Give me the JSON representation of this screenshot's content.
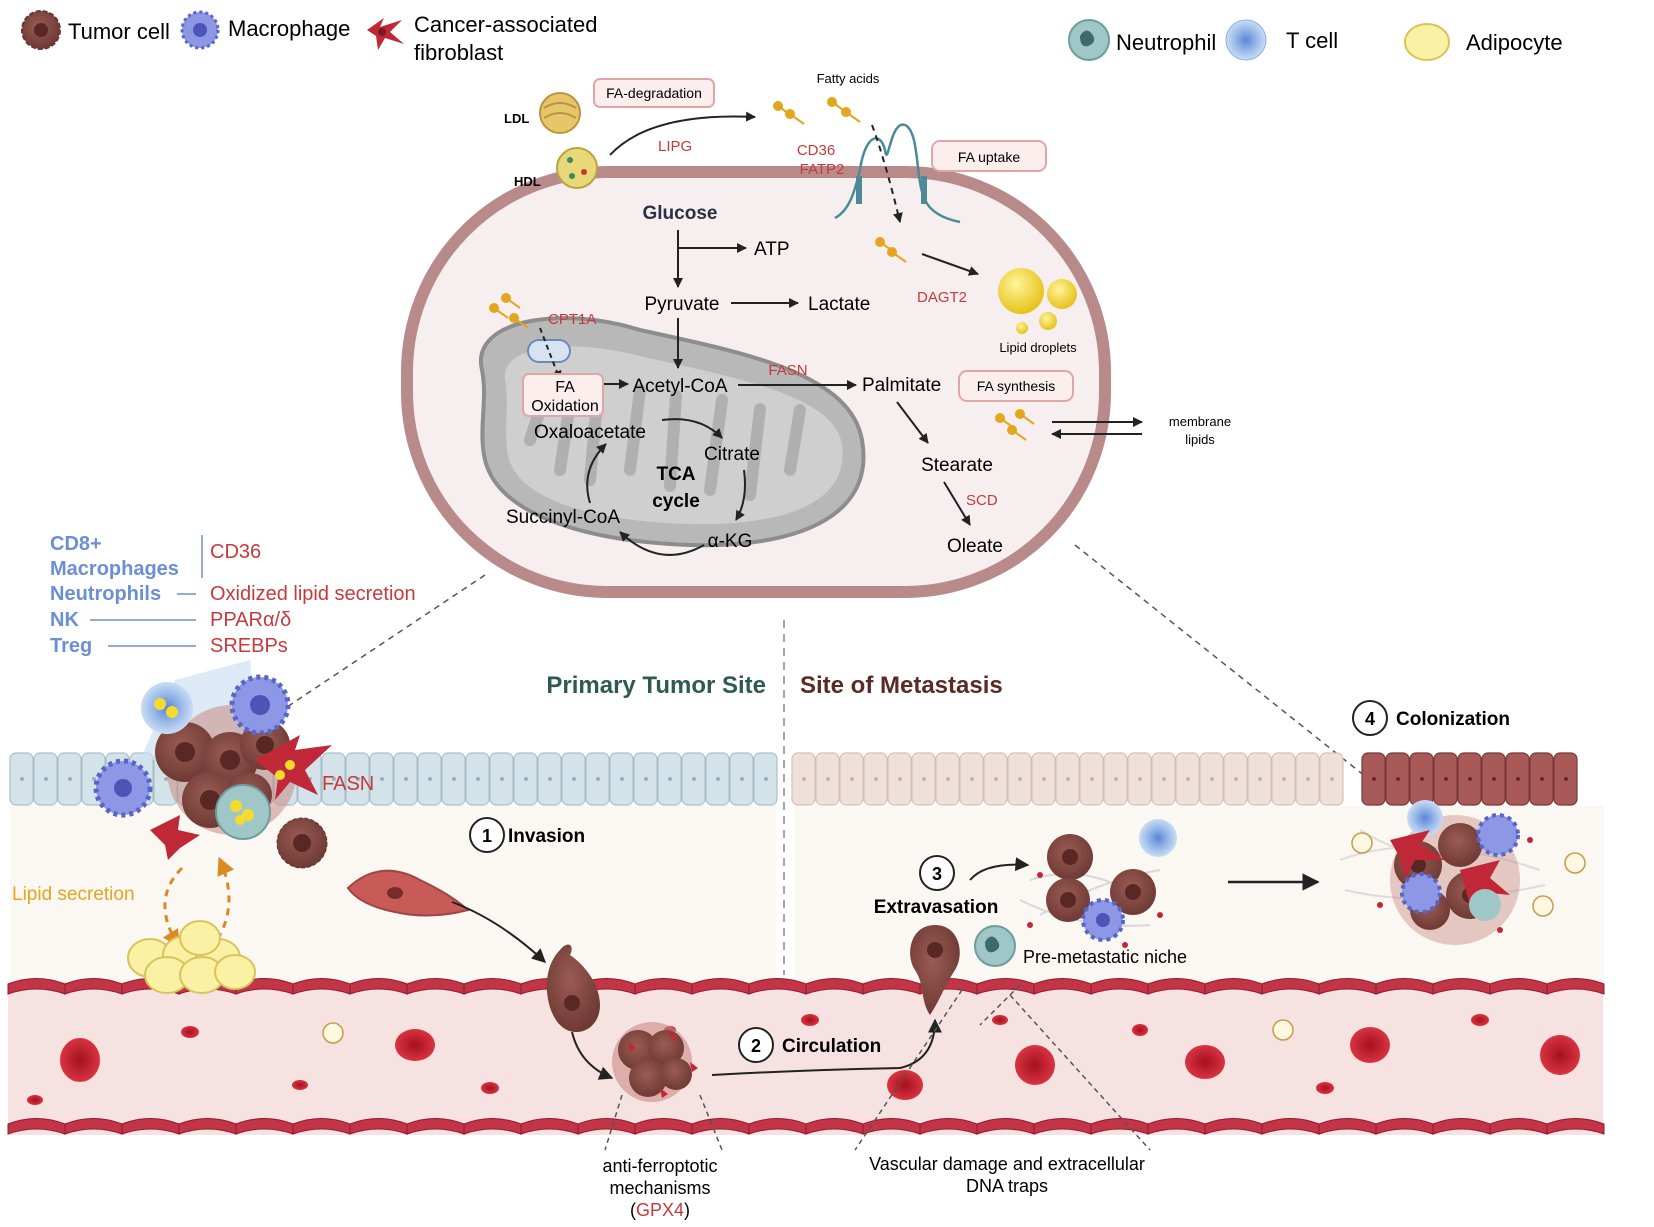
{
  "legend": {
    "tumor_cell": "Tumor cell",
    "macrophage": "Macrophage",
    "caf_line1": "Cancer-associated",
    "caf_line2": "fibroblast",
    "neutrophil": "Neutrophil",
    "t_cell": "T cell",
    "adipocyte": "Adipocyte"
  },
  "uptake": {
    "ldl": "LDL",
    "hdl": "HDL",
    "fa_degradation": "FA-degradation",
    "lipg": "LIPG",
    "fatty_acids": "Fatty acids",
    "cd36": "CD36",
    "fatp2": "FATP2",
    "fa_uptake": "FA uptake"
  },
  "metabolism": {
    "glucose": "Glucose",
    "atp": "ATP",
    "pyruvate": "Pyruvate",
    "lactate": "Lactate",
    "dagt2": "DAGT2",
    "lipid_droplets": "Lipid droplets",
    "cpt1a": "CPT1A",
    "fa_oxidation_1": "FA",
    "fa_oxidation_2": "Oxidation",
    "acetyl_coa": "Acetyl-CoA",
    "fasn": "FASN",
    "palmitate": "Palmitate",
    "fa_synthesis": "FA synthesis",
    "membrane_lipids_1": "membrane",
    "membrane_lipids_2": "lipids",
    "oxaloacetate": "Oxaloacetate",
    "citrate": "Citrate",
    "tca_1": "TCA",
    "tca_2": "cycle",
    "succinyl_coa": "Succinyl-CoA",
    "akg": "α-KG",
    "stearate": "Stearate",
    "scd": "SCD",
    "oleate": "Oleate"
  },
  "immune": {
    "cd8": "CD8+",
    "macrophages": "Macrophages",
    "neutrophils": "Neutrophils",
    "nk": "NK",
    "treg": "Treg",
    "cd36": "CD36",
    "oxidized": "Oxidized lipid secretion",
    "ppar": "PPARα/δ",
    "srebps": "SREBPs"
  },
  "sites": {
    "primary": "Primary Tumor Site",
    "metastasis": "Site of Metastasis"
  },
  "steps": {
    "invasion_num": "1",
    "invasion": "Invasion",
    "circulation_num": "2",
    "circulation": "Circulation",
    "extravasation_num": "3",
    "extravasation": "Extravasation",
    "colonization_num": "4",
    "colonization": "Colonization"
  },
  "labels": {
    "fasn_tumor": "FASN",
    "lipid_secretion": "Lipid secretion",
    "pre_metastatic": "Pre-metastatic niche",
    "anti_ferro_1": "anti-ferroptotic",
    "anti_ferro_2": "mechanisms",
    "gpx4_open": "(",
    "gpx4": "GPX4",
    "gpx4_close": ")",
    "vascular_1": "Vascular damage and extracellular",
    "vascular_2": "DNA traps"
  },
  "colors": {
    "red_label": "#c8393b",
    "immune_blue": "#6b8fd6",
    "site_primary": "#2f5a52",
    "site_metastasis": "#5a2a24",
    "cell_fill": "#f6eeee",
    "cell_border": "#b98a8a",
    "vessel": "#b92c3c",
    "gold": "#e3a61c"
  }
}
